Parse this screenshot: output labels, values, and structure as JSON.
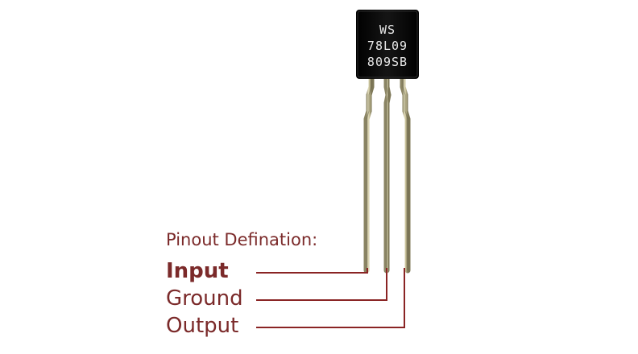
{
  "component": {
    "marking_lines": [
      "WS",
      "78L09",
      "809SB"
    ]
  },
  "pinout": {
    "header": "Pinout Defination:",
    "pins": [
      "Input",
      "Ground",
      "Output"
    ]
  },
  "colors": {
    "label_text": "#7b2a2a",
    "leader_line": "#8a2424",
    "body": "#0c0c0c",
    "lead": "#c9c29a"
  }
}
